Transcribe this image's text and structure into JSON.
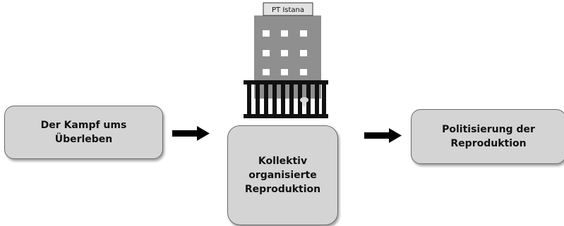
{
  "building": {
    "sign": "PT Istana"
  },
  "boxes": {
    "left": "Der Kampf ums\nÜberleben",
    "center": "Kollektiv\norganisierte\nReproduktion",
    "right": "Politisierung der\nReproduktion"
  },
  "colors": {
    "box_fill": "#d4d4d4",
    "box_border": "#6a6a6a",
    "building": "#8f8f8f",
    "fence": "#111111",
    "arrow": "#000000"
  }
}
